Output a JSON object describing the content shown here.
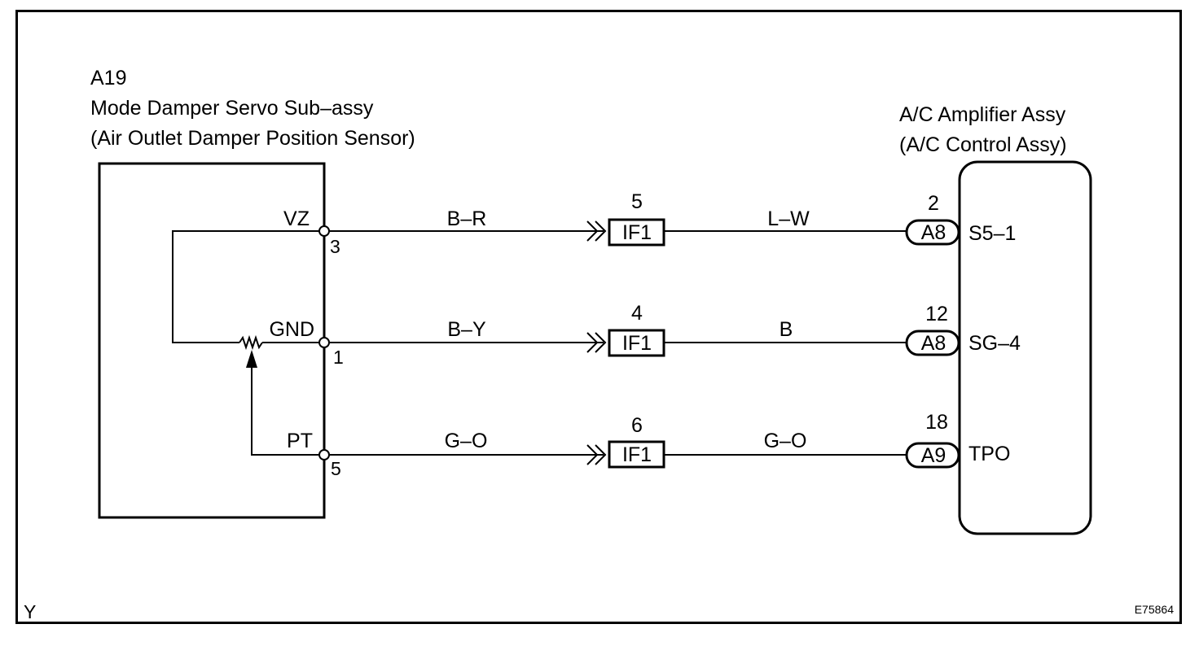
{
  "left_component": {
    "code": "A19",
    "name": "Mode Damper Servo Sub–assy",
    "subname": "(Air Outlet Damper Position Sensor)"
  },
  "right_component": {
    "name": "A/C Amplifier Assy",
    "subname": "(A/C Control Assy)"
  },
  "circuits": [
    {
      "terminal": "VZ",
      "pin": "3",
      "wire_left": "B–R",
      "junction_pin": "5",
      "junction": "IF1",
      "wire_right": "L–W",
      "amp_pin": "2",
      "amp_connector": "A8",
      "amp_terminal": "S5–1"
    },
    {
      "terminal": "GND",
      "pin": "1",
      "wire_left": "B–Y",
      "junction_pin": "4",
      "junction": "IF1",
      "wire_right": "B",
      "amp_pin": "12",
      "amp_connector": "A8",
      "amp_terminal": "SG–4"
    },
    {
      "terminal": "PT",
      "pin": "5",
      "wire_left": "G–O",
      "junction_pin": "6",
      "junction": "IF1",
      "wire_right": "G–O",
      "amp_pin": "18",
      "amp_connector": "A9",
      "amp_terminal": "TPO"
    }
  ],
  "footer": {
    "left_mark": "Y",
    "figure_code": "E75864"
  }
}
